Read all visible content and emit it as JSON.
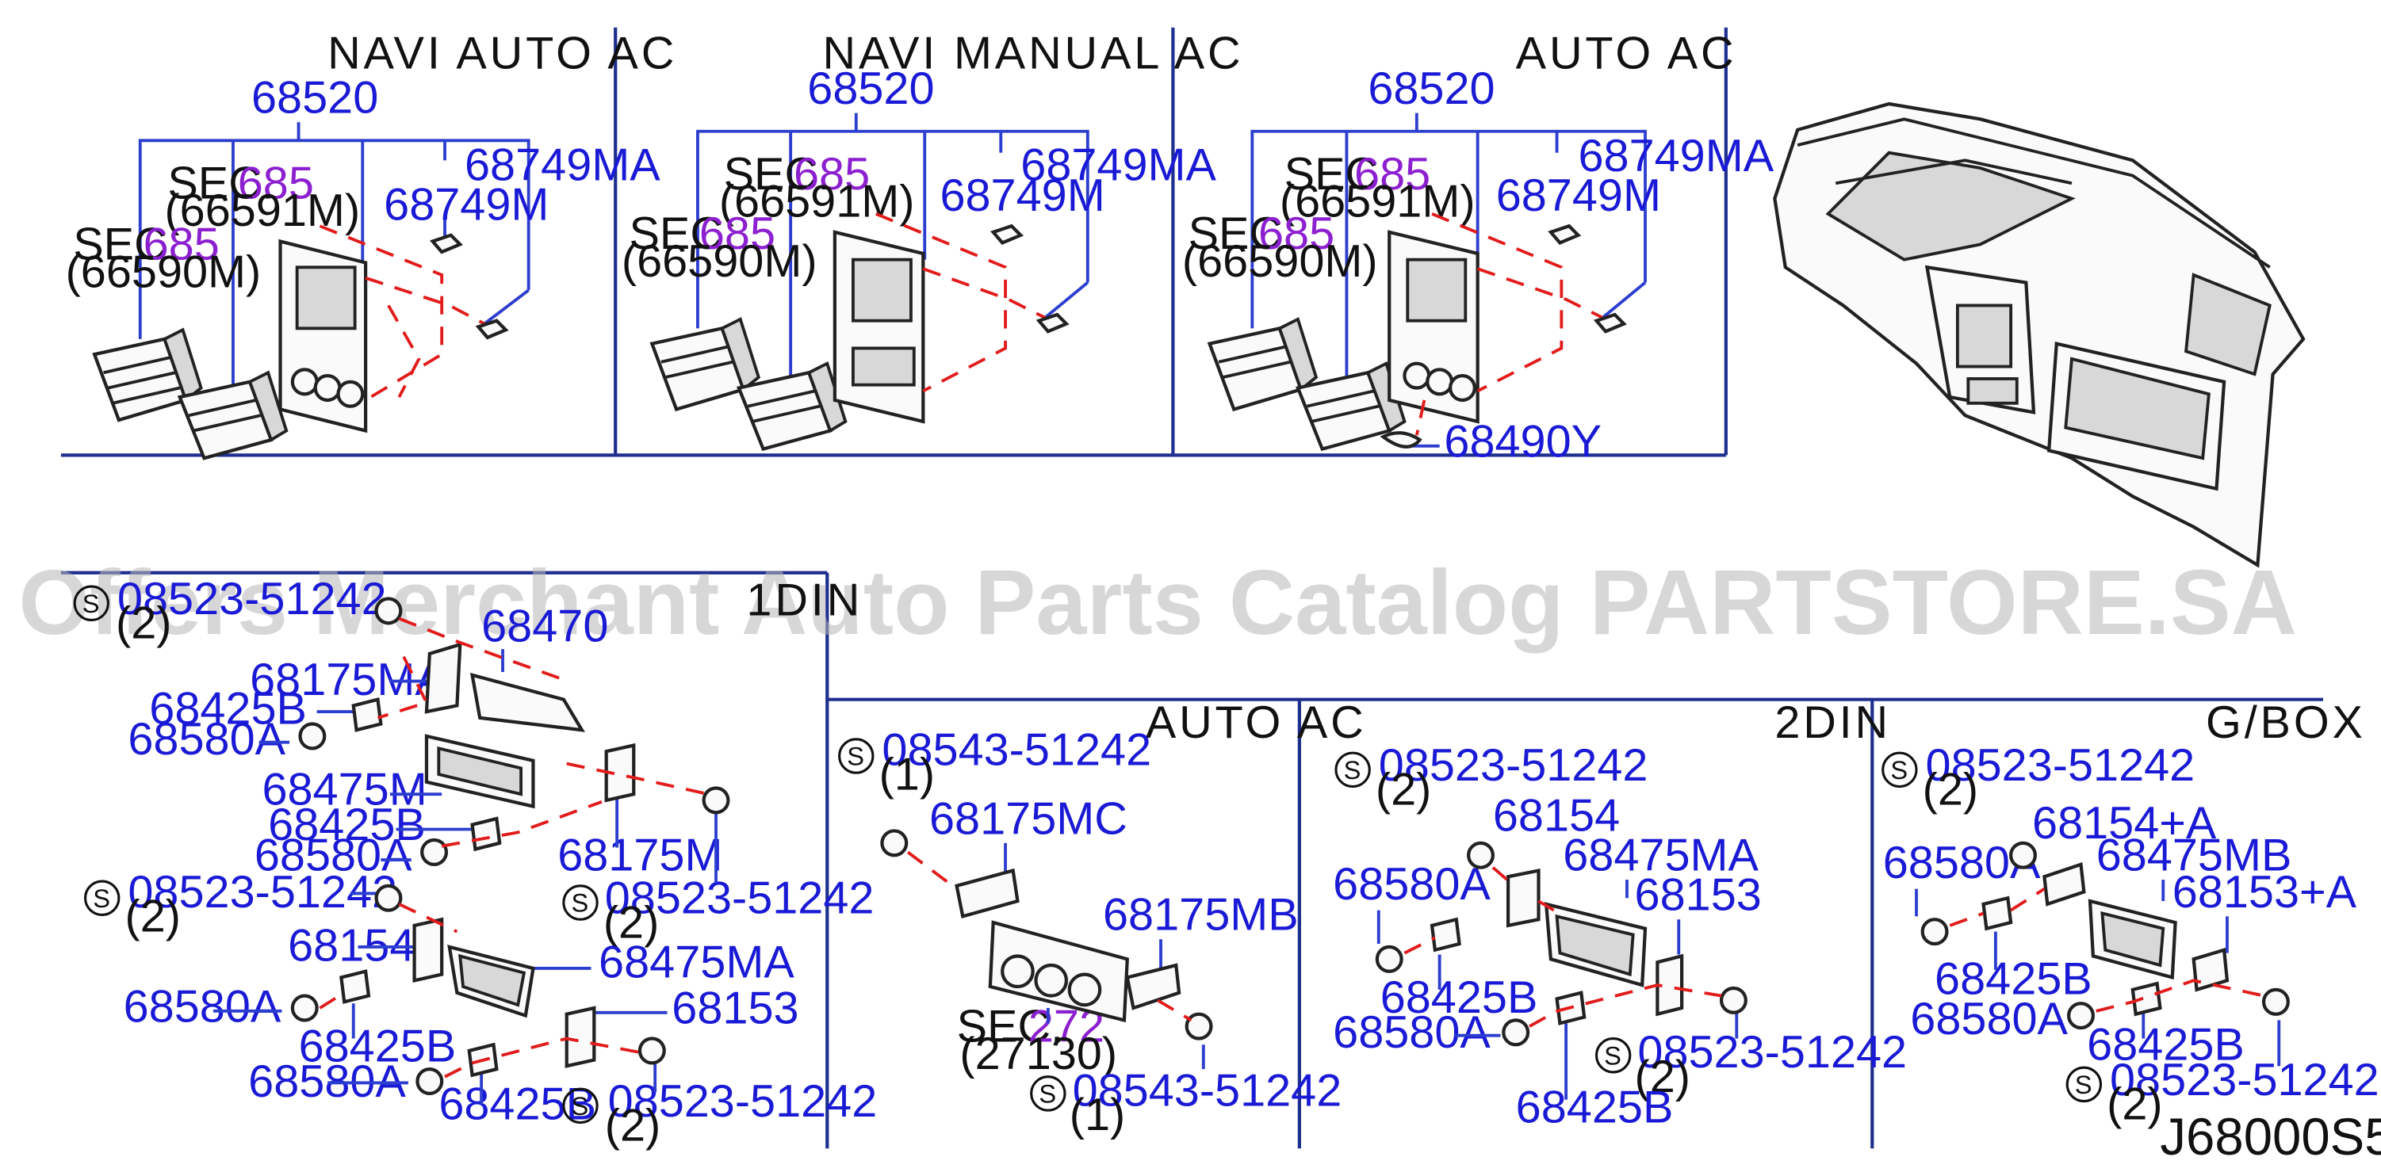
{
  "watermark": "Offers Merchant Auto Parts Catalog PARTSTORE.SA",
  "diagram_code": "J68000S5",
  "top_panels": [
    {
      "header": "NAVI   AUTO   AC",
      "top_part": "68520",
      "sec1": "SEC.",
      "sec1_num": "685",
      "sec1_code": "(66591M)",
      "sec2": "SEC.",
      "sec2_num": "685",
      "sec2_code": "(66590M)",
      "part_a": "68749M",
      "part_b": "68749MA"
    },
    {
      "header": "NAVI   MANUAL   AC",
      "top_part": "68520",
      "sec1": "SEC.",
      "sec1_num": "685",
      "sec1_code": "(66591M)",
      "sec2": "SEC.",
      "sec2_num": "685",
      "sec2_code": "(66590M)",
      "part_a": "68749M",
      "part_b": "68749MA"
    },
    {
      "header": "AUTO   AC",
      "top_part": "68520",
      "sec1": "SEC.",
      "sec1_num": "685",
      "sec1_code": "(66591M)",
      "sec2": "SEC.",
      "sec2_num": "685",
      "sec2_code": "(66590M)",
      "part_a": "68749M",
      "part_b": "68749MA",
      "part_c": "68490Y"
    }
  ],
  "bottom_left": {
    "header": "1DIN",
    "screw_top": "08523-51242",
    "screw_top_qty": "(2)",
    "p68470": "68470",
    "p68175MA": "68175MA",
    "p68425B_1": "68425B",
    "p68580A_1": "68580A",
    "p68475M": "68475M",
    "p68425B_2": "68425B",
    "p68580A_2": "68580A",
    "p68175M": "68175M",
    "screw_right": "08523-51242",
    "screw_right_qty": "(2)",
    "screw_mid": "08523-51242",
    "screw_mid_qty": "(2)",
    "p68154": "68154",
    "p68475MA": "68475MA",
    "p68580A_3": "68580A",
    "p68153": "68153",
    "p68425B_3": "68425B",
    "p68580A_4": "68580A",
    "p68425B_4": "68425B",
    "screw_bottom": "08523-51242",
    "screw_bottom_qty": "(2)"
  },
  "bottom_auto_ac": {
    "header": "AUTO   AC",
    "screw_top": "08543-51242",
    "screw_top_qty": "(1)",
    "p68175MC": "68175MC",
    "p68175MB": "68175MB",
    "sec": "SEC.",
    "sec_num": "272",
    "sec_code": "(27130)",
    "screw_bottom": "08543-51242",
    "screw_bottom_qty": "(1)"
  },
  "bottom_2din": {
    "header": "2DIN",
    "screw_top": "08523-51242",
    "screw_top_qty": "(2)",
    "p68154": "68154",
    "p68475MA": "68475MA",
    "p68580A_1": "68580A",
    "p68153": "68153",
    "p68425B_1": "68425B",
    "p68580A_2": "68580A",
    "screw_bottom": "08523-51242",
    "screw_bottom_qty": "(2)",
    "p68425B_2": "68425B"
  },
  "bottom_gbox": {
    "header": "G/BOX",
    "screw_top": "08523-51242",
    "screw_top_qty": "(2)",
    "p68154A": "68154+A",
    "p68580A_1": "68580A",
    "p68475MB": "68475MB",
    "p68153A": "68153+A",
    "p68425B_1": "68425B",
    "p68580A_2": "68580A",
    "p68425B_2": "68425B",
    "screw_bottom": "08523-51242",
    "screw_bottom_qty": "(2)"
  },
  "symbols": {
    "screw_marker": "S"
  }
}
